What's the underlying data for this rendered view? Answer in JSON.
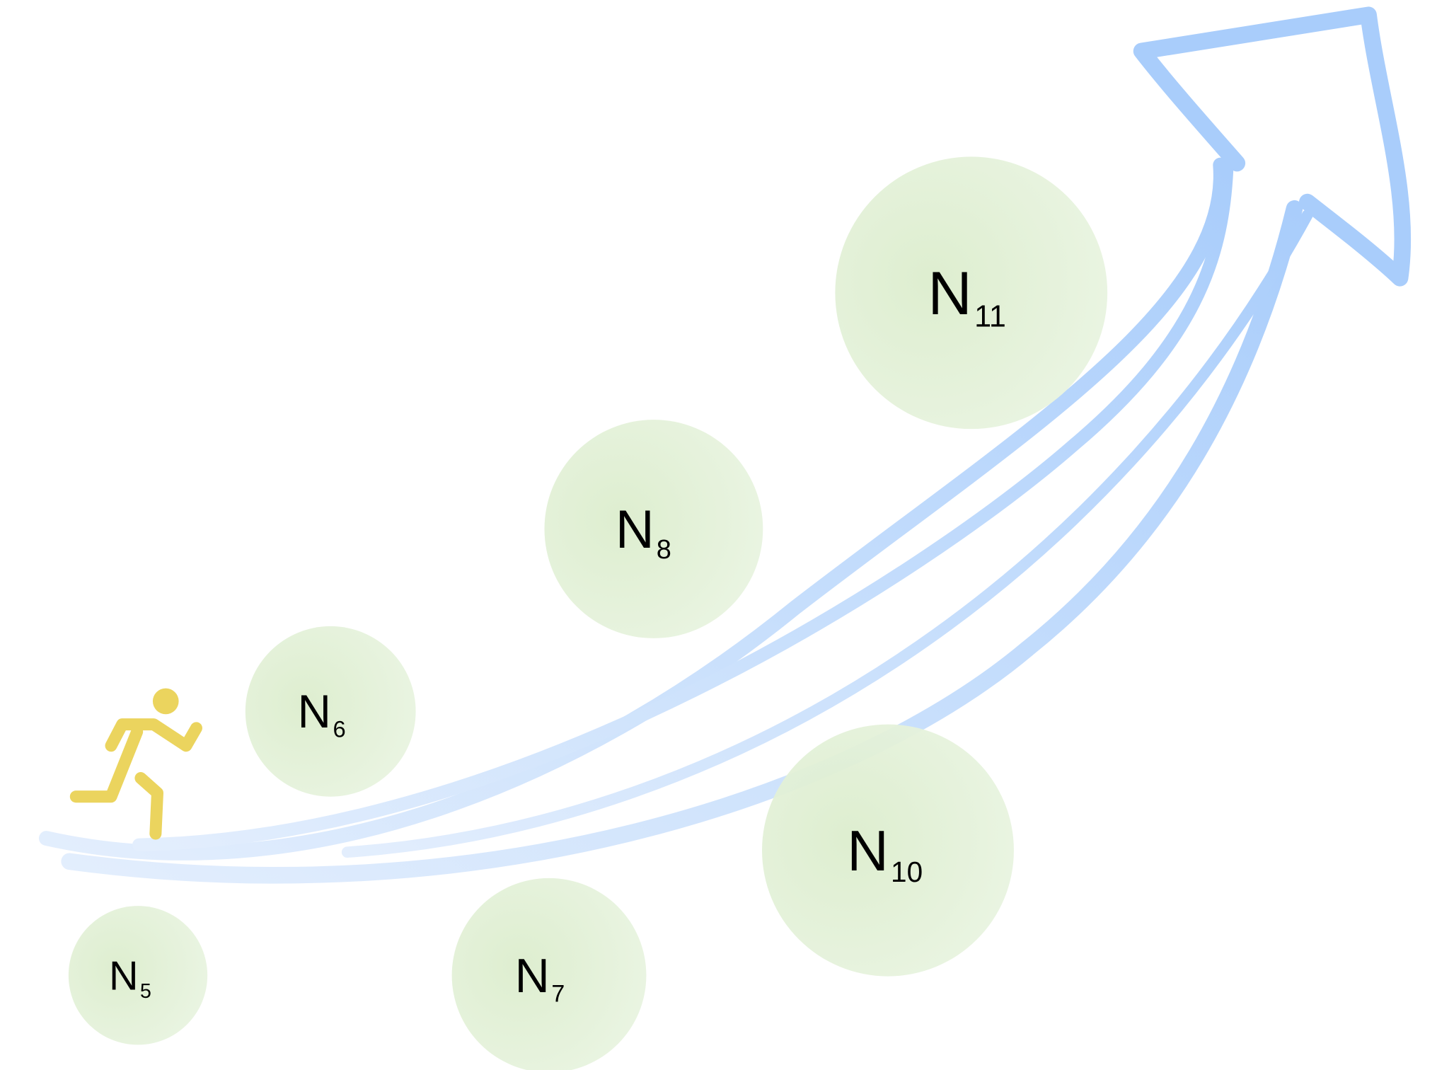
{
  "colors": {
    "arrow": "#a9cdfb",
    "arrow_light": "#deebfd",
    "node_fill": "#e2f0d6",
    "runner": "#ebd45e"
  },
  "runner_icon": "running-person-icon",
  "arrow_icon": "upward-curved-arrow",
  "nodes": [
    {
      "main": "N",
      "sub": "5"
    },
    {
      "main": "N",
      "sub": "6"
    },
    {
      "main": "N",
      "sub": "7"
    },
    {
      "main": "N",
      "sub": "8"
    },
    {
      "main": "N",
      "sub": "10"
    },
    {
      "main": "N",
      "sub": "11"
    }
  ]
}
